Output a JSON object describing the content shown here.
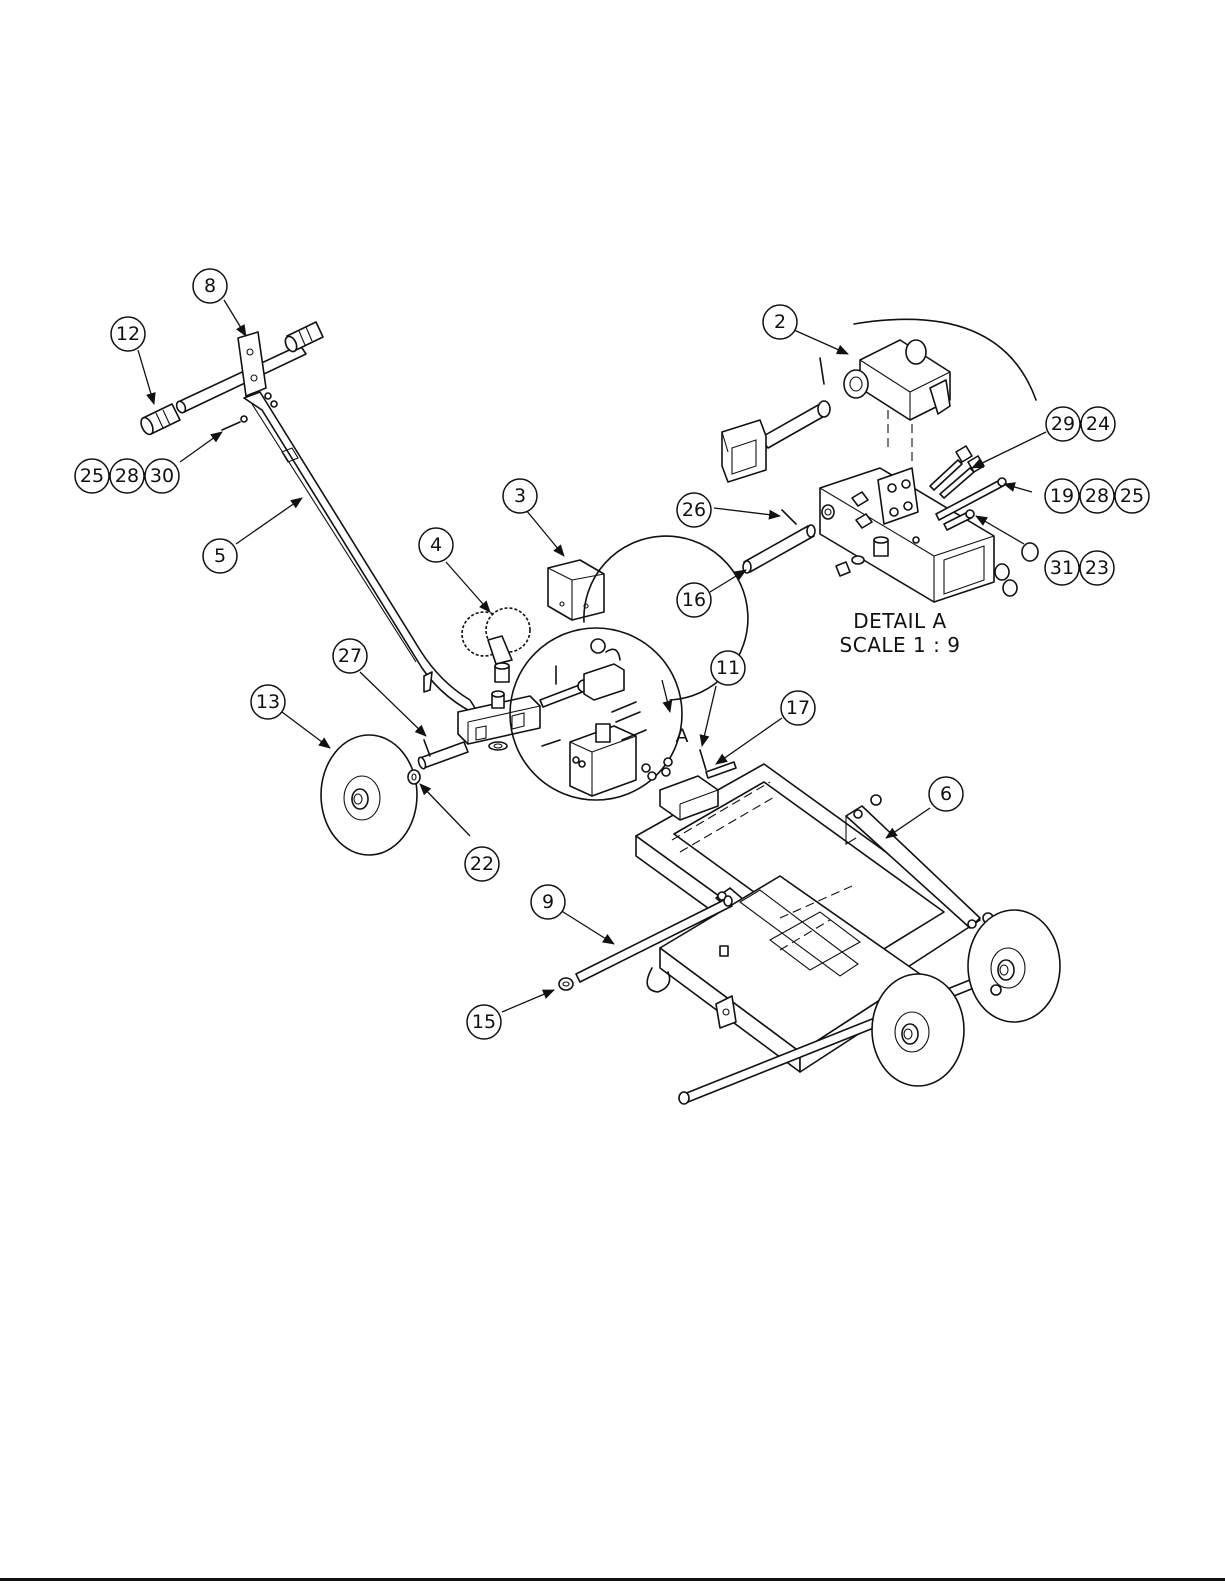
{
  "callouts": [
    {
      "id": "c8",
      "label": "8"
    },
    {
      "id": "c12",
      "label": "12"
    },
    {
      "id": "c25a",
      "label": "25"
    },
    {
      "id": "c28a",
      "label": "28"
    },
    {
      "id": "c30",
      "label": "30"
    },
    {
      "id": "c5",
      "label": "5"
    },
    {
      "id": "c4",
      "label": "4"
    },
    {
      "id": "c3",
      "label": "3"
    },
    {
      "id": "c27",
      "label": "27"
    },
    {
      "id": "c13",
      "label": "13"
    },
    {
      "id": "c22",
      "label": "22"
    },
    {
      "id": "c11",
      "label": "11"
    },
    {
      "id": "c17",
      "label": "17"
    },
    {
      "id": "c6",
      "label": "6"
    },
    {
      "id": "c9",
      "label": "9"
    },
    {
      "id": "c15",
      "label": "15"
    },
    {
      "id": "c2",
      "label": "2"
    },
    {
      "id": "c29",
      "label": "29"
    },
    {
      "id": "c24",
      "label": "24"
    },
    {
      "id": "c26",
      "label": "26"
    },
    {
      "id": "c19",
      "label": "19"
    },
    {
      "id": "c28b",
      "label": "28"
    },
    {
      "id": "c25b",
      "label": "25"
    },
    {
      "id": "c31",
      "label": "31"
    },
    {
      "id": "c23",
      "label": "23"
    },
    {
      "id": "c16",
      "label": "16"
    }
  ],
  "detail": {
    "marker": "A",
    "title": "DETAIL A",
    "scale": "SCALE 1 : 9"
  }
}
